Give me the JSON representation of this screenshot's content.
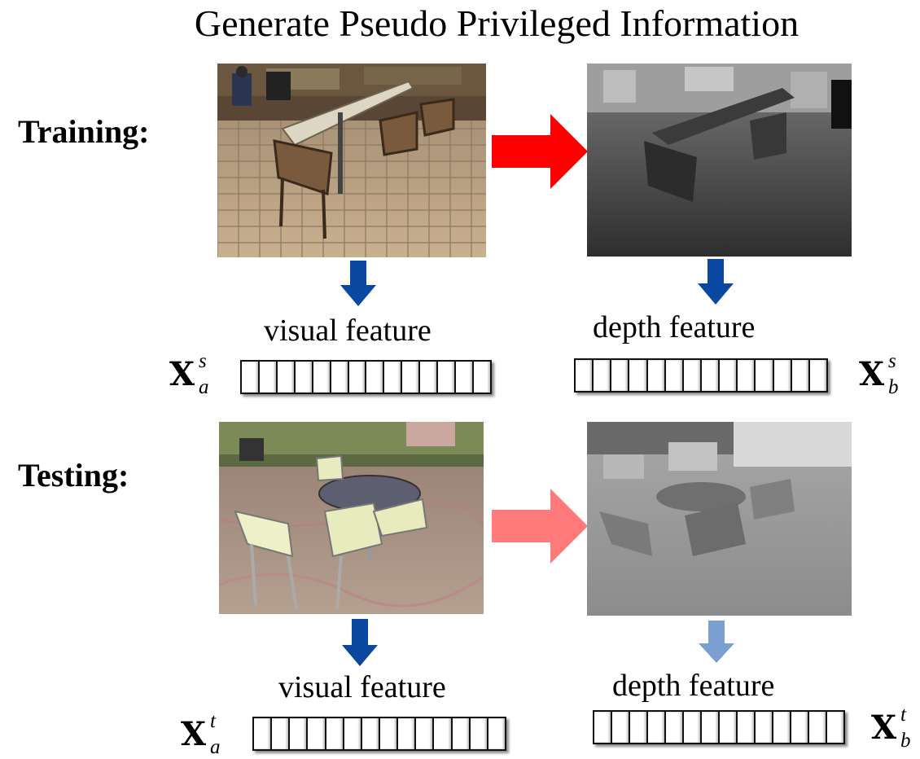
{
  "title": "Generate Pseudo Privileged Information",
  "rows": {
    "training": {
      "label": "Training:",
      "visual_feature": "visual feature",
      "depth_feature": "depth feature",
      "visual_symbol": {
        "base": "X",
        "sup": "s",
        "sub": "a"
      },
      "depth_symbol": {
        "base": "X",
        "sup": "s",
        "sub": "b"
      }
    },
    "testing": {
      "label": "Testing:",
      "visual_feature": "visual feature",
      "depth_feature": "depth feature",
      "visual_symbol": {
        "base": "X",
        "sup": "t",
        "sub": "a"
      },
      "depth_symbol": {
        "base": "X",
        "sup": "t",
        "sub": "b"
      }
    }
  },
  "colors": {
    "arrow_red": "#ff0000",
    "arrow_pink": "#ff7b7b",
    "arrow_blue": "#0a47a0",
    "arrow_light_blue": "#7a9fd0"
  },
  "vector_cells": 14
}
